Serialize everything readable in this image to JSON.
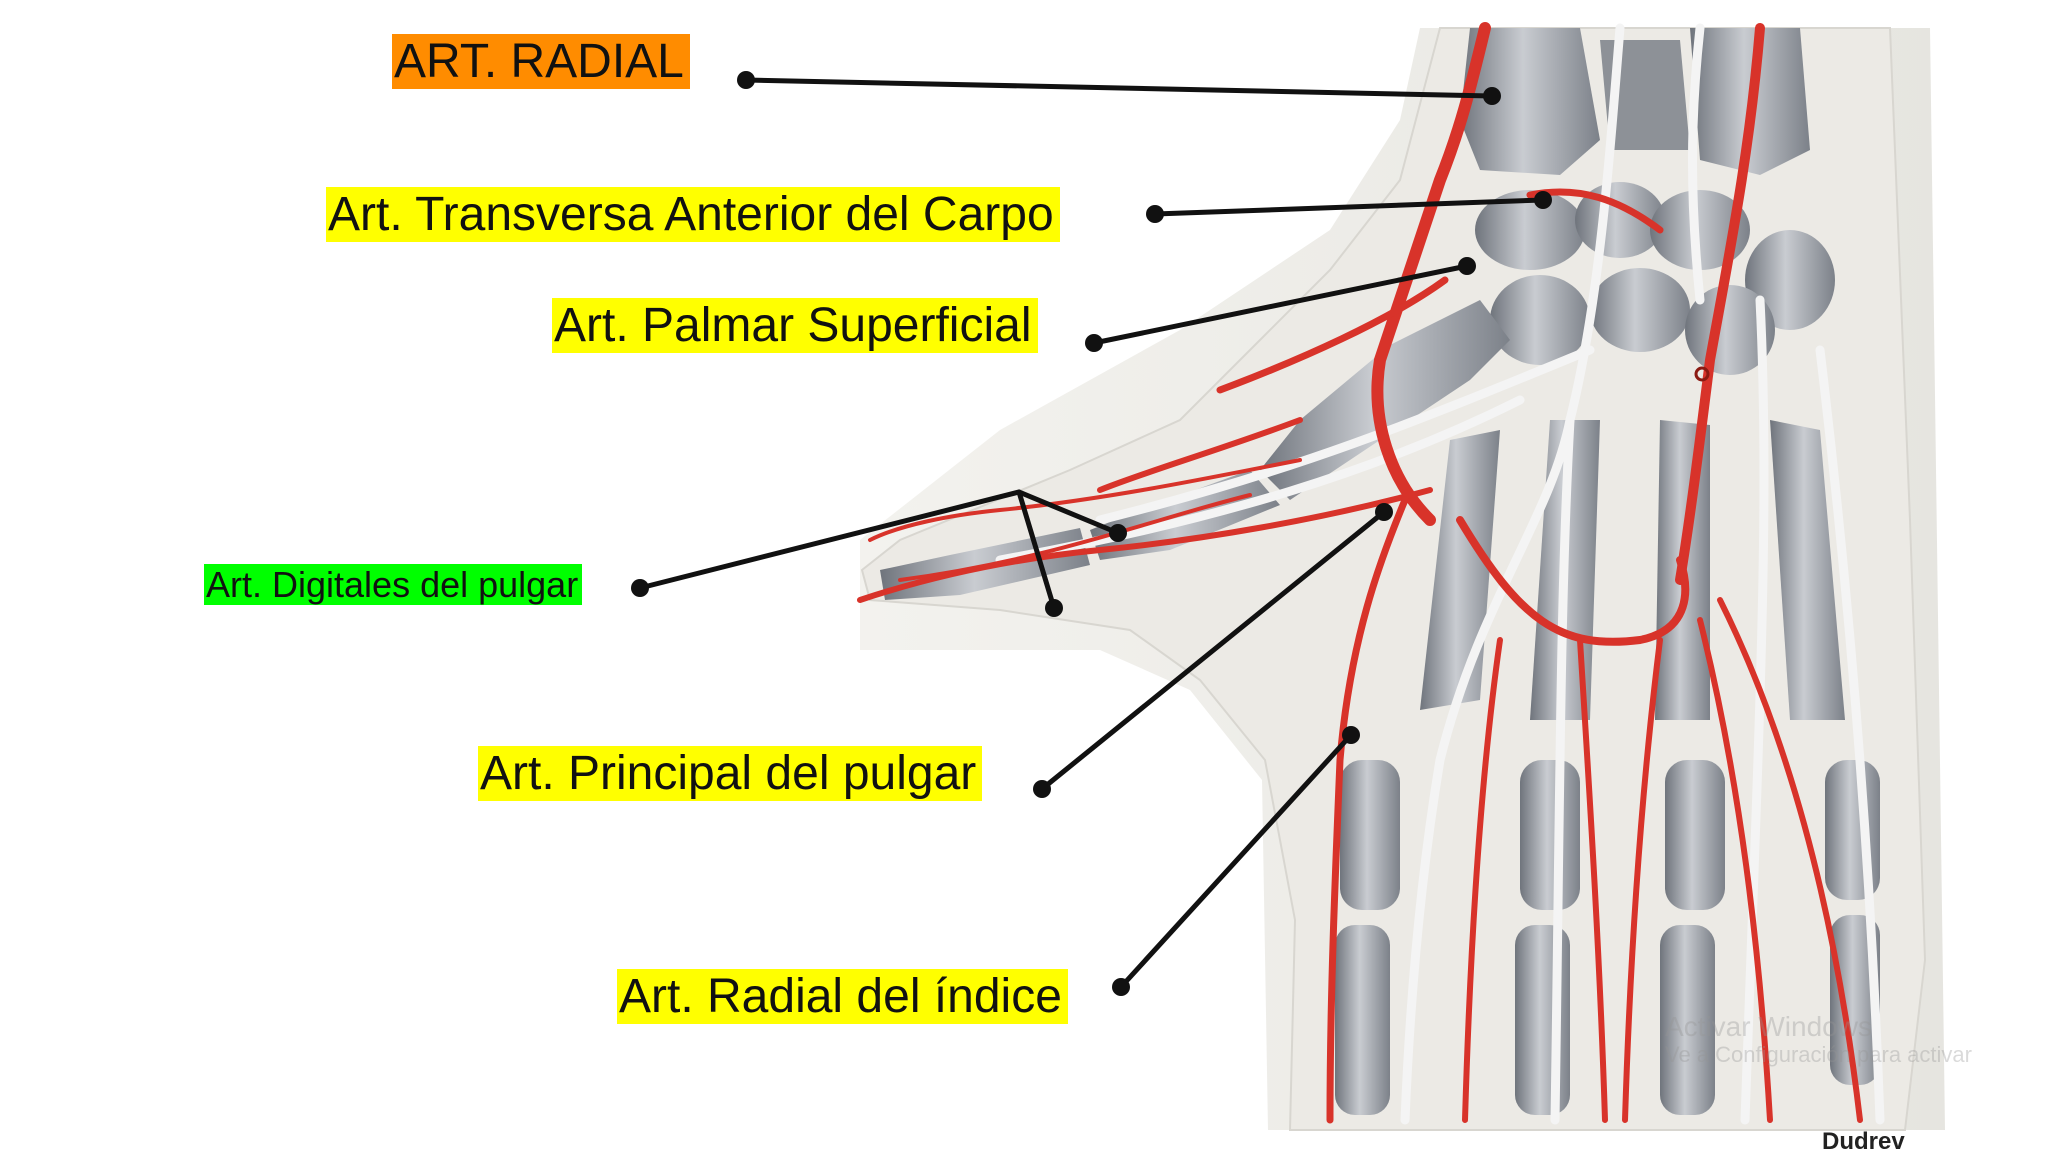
{
  "labels": {
    "radial": "ART. RADIAL",
    "transversa": "Art. Transversa Anterior del Carpo",
    "palmar": "Art. Palmar Superficial",
    "digitales": "Art. Digitales del pulgar",
    "principal": "Art. Principal del pulgar",
    "indice": "Art. Radial del índice"
  },
  "watermark": {
    "line1": "Activar Windows",
    "line2": "Ve a Configuración para activar"
  },
  "corner_text": "Dudrev",
  "colors": {
    "label_highlight_primary": "#FF8C00",
    "label_highlight_secondary": "#FFFF00",
    "label_highlight_tertiary": "#00FF00",
    "artery": "#D8332A",
    "nerve": "#F2F2F2",
    "bone": "#9A9DA3",
    "leader_line": "#111111"
  }
}
